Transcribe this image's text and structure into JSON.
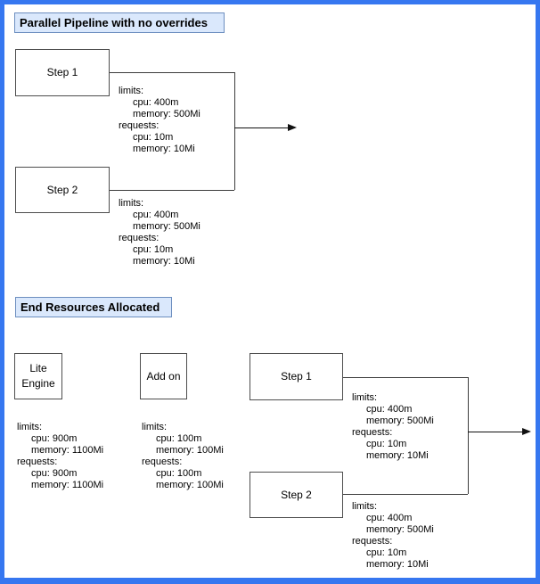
{
  "colors": {
    "frame_border": "#3677f0",
    "title_fill": "#dae8fc",
    "title_border": "#6c8ebf",
    "node_border": "#4d4d4d",
    "line": "#111111"
  },
  "top_section": {
    "title": "Parallel Pipeline with no overrides",
    "steps": [
      {
        "label": "Step 1",
        "resources": [
          {
            "text": "limits:",
            "indent": 0
          },
          {
            "text": "cpu: 400m",
            "indent": 1
          },
          {
            "text": "memory: 500Mi",
            "indent": 1
          },
          {
            "text": "requests:",
            "indent": 0
          },
          {
            "text": "cpu: 10m",
            "indent": 1
          },
          {
            "text": "memory: 10Mi",
            "indent": 1
          }
        ]
      },
      {
        "label": "Step 2",
        "resources": [
          {
            "text": "limits:",
            "indent": 0
          },
          {
            "text": "cpu: 400m",
            "indent": 1
          },
          {
            "text": "memory: 500Mi",
            "indent": 1
          },
          {
            "text": "requests:",
            "indent": 0
          },
          {
            "text": "cpu: 10m",
            "indent": 1
          },
          {
            "text": "memory: 10Mi",
            "indent": 1
          }
        ]
      }
    ]
  },
  "bottom_section": {
    "title": "End Resources Allocated",
    "nodes": [
      {
        "label": "Lite Engine",
        "resources": [
          {
            "text": "limits:",
            "indent": 0
          },
          {
            "text": "cpu: 900m",
            "indent": 1
          },
          {
            "text": "memory: 1100Mi",
            "indent": 1
          },
          {
            "text": "requests:",
            "indent": 0
          },
          {
            "text": "cpu: 900m",
            "indent": 1
          },
          {
            "text": "memory: 1100Mi",
            "indent": 1
          }
        ]
      },
      {
        "label": "Add on",
        "resources": [
          {
            "text": "limits:",
            "indent": 0
          },
          {
            "text": "cpu: 100m",
            "indent": 1
          },
          {
            "text": "memory: 100Mi",
            "indent": 1
          },
          {
            "text": "requests:",
            "indent": 0
          },
          {
            "text": "cpu: 100m",
            "indent": 1
          },
          {
            "text": "memory: 100Mi",
            "indent": 1
          }
        ]
      },
      {
        "label": "Step 1",
        "resources": [
          {
            "text": "limits:",
            "indent": 0
          },
          {
            "text": "cpu: 400m",
            "indent": 1
          },
          {
            "text": "memory: 500Mi",
            "indent": 1
          },
          {
            "text": "requests:",
            "indent": 0
          },
          {
            "text": "cpu: 10m",
            "indent": 1
          },
          {
            "text": "memory: 10Mi",
            "indent": 1
          }
        ]
      },
      {
        "label": "Step 2",
        "resources": [
          {
            "text": "limits:",
            "indent": 0
          },
          {
            "text": "cpu: 400m",
            "indent": 1
          },
          {
            "text": "memory: 500Mi",
            "indent": 1
          },
          {
            "text": "requests:",
            "indent": 0
          },
          {
            "text": "cpu: 10m",
            "indent": 1
          },
          {
            "text": "memory: 10Mi",
            "indent": 1
          }
        ]
      }
    ]
  }
}
